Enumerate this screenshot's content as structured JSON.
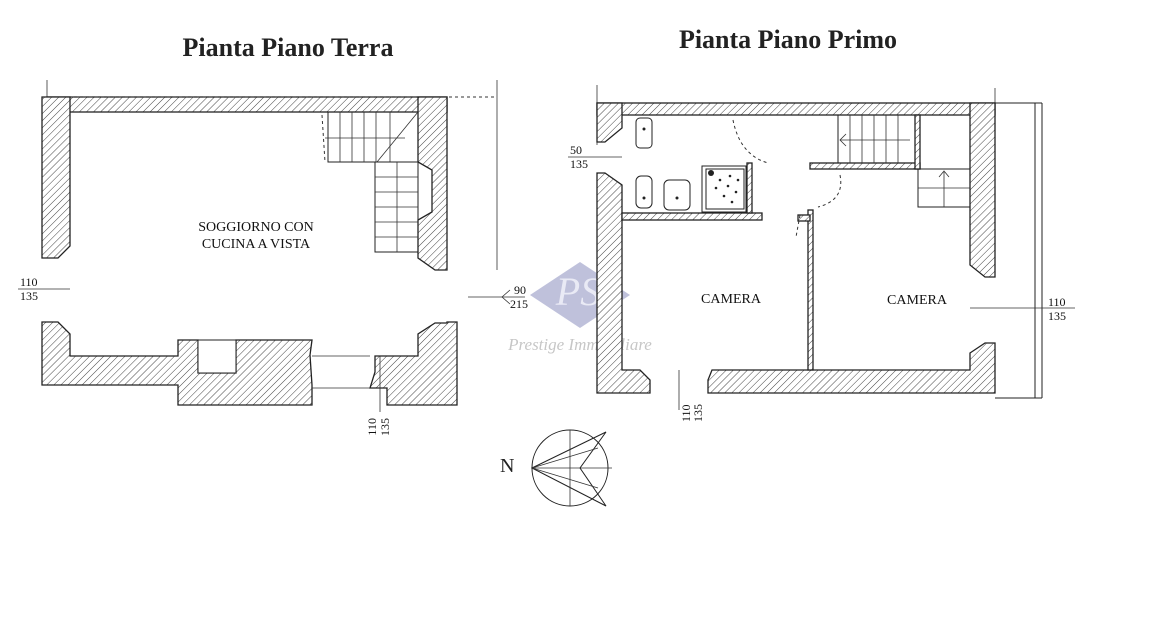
{
  "ground_floor": {
    "title": "Pianta Piano Terra",
    "room_label_line1": "SOGGIORNO CON",
    "room_label_line2": "CUCINA A VISTA",
    "dims": {
      "left_window": {
        "top": "110",
        "bottom": "135"
      },
      "right_door": {
        "top": "90",
        "bottom": "215"
      },
      "bottom_door": {
        "top": "110",
        "bottom": "135"
      }
    }
  },
  "first_floor": {
    "title": "Pianta Piano Primo",
    "room1_label": "CAMERA",
    "room2_label": "CAMERA",
    "dims": {
      "bath_window": {
        "top": "50",
        "bottom": "135"
      },
      "right_window": {
        "top": "110",
        "bottom": "135"
      },
      "bottom_window": {
        "top": "110",
        "bottom": "135"
      }
    }
  },
  "compass": {
    "label": "N"
  },
  "watermark": {
    "text": "Prestige Immobiliare"
  }
}
